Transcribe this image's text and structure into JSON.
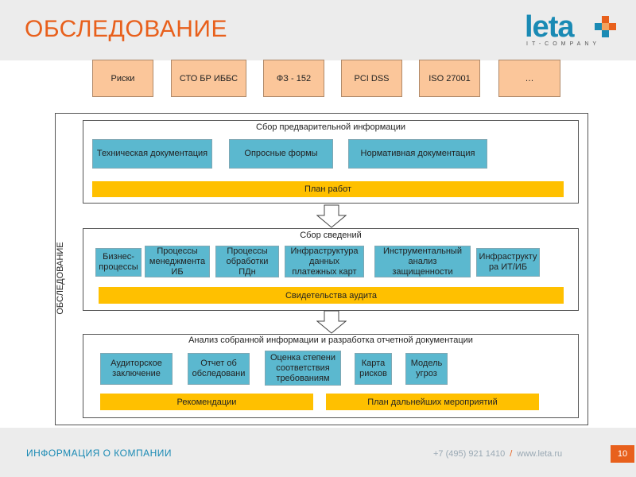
{
  "header": {
    "title": "ОБСЛЕДОВАНИЕ"
  },
  "logo": {
    "text": "leta",
    "subtitle": "IT-COMPANY"
  },
  "standards": [
    "Риски",
    "СТО БР ИББС",
    "ФЗ - 152",
    "PCI DSS",
    "ISO 27001",
    "…"
  ],
  "vertical_label": "ОБСЛЕДОВАНИЕ",
  "section1": {
    "title": "Сбор предварительной информации",
    "items": [
      "Техническая документация",
      "Опросные формы",
      "Нормативная документация"
    ],
    "bar": "План работ"
  },
  "section2": {
    "title": "Сбор сведений",
    "items": [
      "Бизнес-\nпроцессы",
      "Процессы\nменеджмента\nИБ",
      "Процессы\nобработки\nПДн",
      "Инфраструктура\nданных\nплатежных карт",
      "Инструментальный\nанализ\nзащищенности",
      "Инфраструкту\nра ИТ/ИБ"
    ],
    "bar": "Свидетельства аудита"
  },
  "section3": {
    "title": "Анализ собранной информации и разработка отчетной документации",
    "items": [
      "Аудиторское\nзаключение",
      "Отчет об\nобследовани",
      "Оценка степени\nсоответствия\nтребованиям",
      "Карта\nрисков",
      "Модель\nугроз"
    ],
    "bar_left": "Рекомендации",
    "bar_right": "План дальнейших мероприятий"
  },
  "footer": {
    "left": "ИНФОРМАЦИЯ О КОМПАНИИ",
    "phone": "+7 (495) 921 1410",
    "separator": "/",
    "site": "www.leta.ru",
    "page": "10"
  },
  "colors": {
    "accent": "#e8601c",
    "brand": "#1a8ab4",
    "box_blue": "#5bb8cf",
    "bar_yellow": "#ffc000",
    "standard_box": "#fbc69a"
  }
}
